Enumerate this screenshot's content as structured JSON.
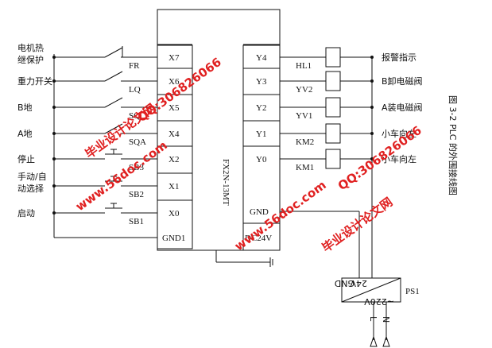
{
  "plc": {
    "model": "FX2N-13MT"
  },
  "inputs": [
    {
      "terminal": "X7",
      "device": "FR",
      "label": "电机热\n继保护",
      "type": "nc"
    },
    {
      "terminal": "X6",
      "device": "LQ",
      "label": "重力开关",
      "type": "no"
    },
    {
      "terminal": "X5",
      "device": "SQ",
      "label": "B地",
      "type": "no"
    },
    {
      "terminal": "X4",
      "device": "SQA",
      "label": "A地",
      "type": "no"
    },
    {
      "terminal": "X2",
      "device": "SB3",
      "label": "停止",
      "type": "pb"
    },
    {
      "terminal": "X1",
      "device": "SB2",
      "label": "手动/自\n动选择",
      "type": "pb"
    },
    {
      "terminal": "X0",
      "device": "SB1",
      "label": "启动",
      "type": "pb"
    }
  ],
  "input_common": "GND1",
  "outputs": [
    {
      "terminal": "Y4",
      "device": "HL1",
      "label": "报警指示"
    },
    {
      "terminal": "Y3",
      "device": "YV2",
      "label": "B卸电磁阀"
    },
    {
      "terminal": "Y2",
      "device": "YV1",
      "label": "A装电磁阀"
    },
    {
      "terminal": "Y1",
      "device": "KM2",
      "label": "小车向左"
    },
    {
      "terminal": "Y0",
      "device": "KM1",
      "label": "小车向左"
    }
  ],
  "output_commons": [
    "GND",
    "DC24V"
  ],
  "power_supply": {
    "name": "PS1",
    "terminals": [
      "L",
      "N"
    ],
    "in_label": "~220V",
    "out_label": "24V",
    "gnd_label": "GND"
  },
  "caption": "图 3-2   PLC 的外围接线图",
  "watermarks": {
    "site": "www.56doc.com",
    "brand": "毕业设计论文网",
    "qq": "QQ:306826066"
  }
}
